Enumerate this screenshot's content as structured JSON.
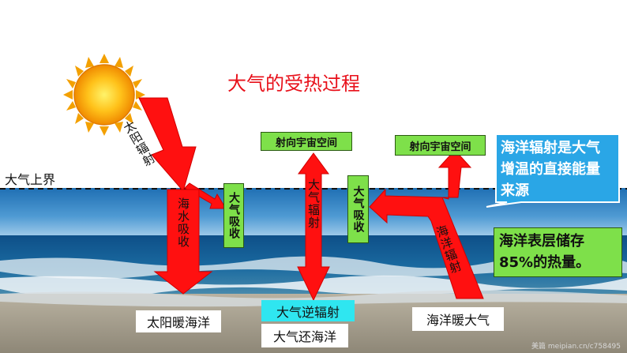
{
  "title": "大气的受热过程",
  "atmosphere_top_label": "大气上界",
  "arrows": {
    "solar_radiation": "太阳辐射",
    "seawater_absorbs": "海水吸收",
    "atmospheric_radiation": "大气辐射",
    "ocean_radiation": "海洋辐射"
  },
  "boxes": {
    "to_space_1": "射向宇宙空间",
    "to_space_2": "射向宇宙空间",
    "atm_absorb_1": "大气吸收",
    "atm_absorb_2": "大气吸收",
    "sun_warms_ocean": "太阳暖海洋",
    "atm_counter_radiation": "大气逆辐射",
    "atm_returns_ocean": "大气还海洋",
    "ocean_warms_atm": "海洋暖大气"
  },
  "callouts": {
    "direct_source": "海洋辐射是大气增温的直接能量来源",
    "surface_storage": "海洋表层储存85%的热量。"
  },
  "watermark": "美篇 meipian.cn/c758495",
  "colors": {
    "arrow_red": "#ff1010",
    "box_green": "#7ee04a",
    "callout_blue": "#2aa6e6",
    "title_red": "#e8101a"
  }
}
